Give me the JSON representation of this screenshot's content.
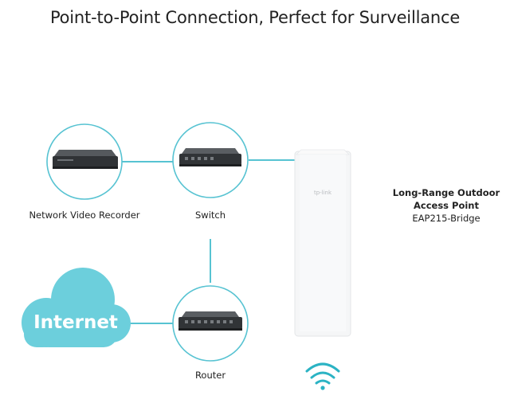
{
  "title": "Point-to-Point Connection, Perfect for Surveillance",
  "nodes": {
    "nvr": {
      "label": "Network Video Recorder"
    },
    "switch": {
      "label": "Switch"
    },
    "router": {
      "label": "Router"
    },
    "internet": {
      "label": "Internet"
    },
    "access_point": {
      "line1": "Long-Range Outdoor",
      "line2": "Access Point",
      "model": "EAP215-Bridge",
      "brand_mark": "tp-link"
    }
  },
  "colors": {
    "connector": "#57c3d2",
    "cloud": "#6ccfdc",
    "circle_border": "#57c3d2",
    "device": "#3a3d40",
    "ap_body": "#f5f6f7"
  }
}
